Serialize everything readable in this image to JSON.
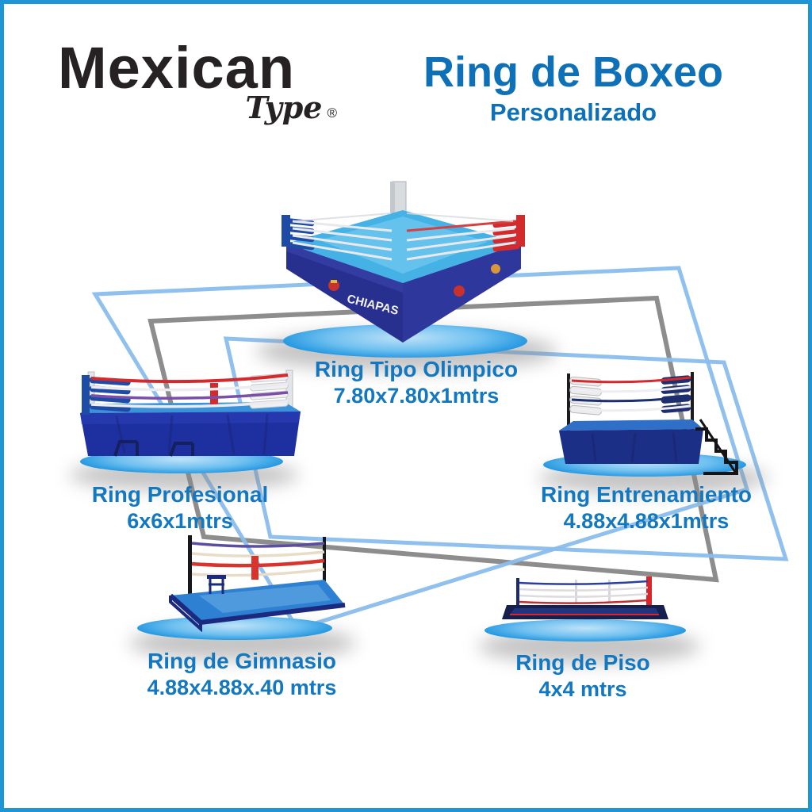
{
  "brand": {
    "name": "Mexican",
    "script": "Type",
    "registered_mark": "®"
  },
  "title": {
    "main": "Ring de Boxeo",
    "subtitle": "Personalizado"
  },
  "products": [
    {
      "name": "Ring Tipo Olimpico",
      "size": "7.80x7.80x1mtrs",
      "banner_text": "CHIAPAS"
    },
    {
      "name": "Ring Profesional",
      "size": "6x6x1mtrs"
    },
    {
      "name": "Ring Entrenamiento",
      "size": "4.88x4.88x1mtrs"
    },
    {
      "name": "Ring de Gimnasio",
      "size": "4.88x4.88x.40 mtrs"
    },
    {
      "name": "Ring de Piso",
      "size": "4x4 mtrs"
    }
  ],
  "colors": {
    "frame_border": "#1e95d4",
    "title_blue": "#0e71b7",
    "caption_blue": "#1478c0",
    "connector_blue": "#8abdec",
    "connector_gray": "#8d8d8d",
    "ellipse_blue": "#2196e0"
  }
}
